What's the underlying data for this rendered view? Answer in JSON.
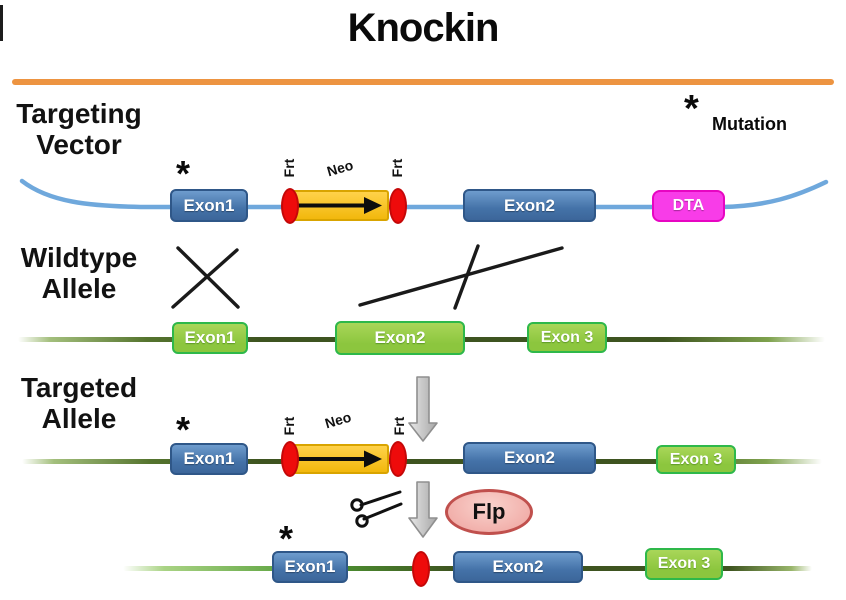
{
  "title": "Knockin",
  "legend": {
    "asterisk": "*",
    "label": "Mutation"
  },
  "section_labels": {
    "targeting_vector": [
      "Targeting",
      "Vector"
    ],
    "wildtype_allele": [
      "Wildtype",
      "Allele"
    ],
    "targeted_allele": [
      "Targeted",
      "Allele"
    ]
  },
  "targeting_vector_row": {
    "mutation_mark": "*",
    "exon1": "Exon1",
    "frt_left": "Frt",
    "neo": "Neo",
    "frt_right": "Frt",
    "exon2": "Exon2",
    "dta": "DTA"
  },
  "wildtype_row": {
    "exon1": "Exon1",
    "exon2": "Exon2",
    "exon3": "Exon 3"
  },
  "targeted_row": {
    "mutation_mark": "*",
    "exon1": "Exon1",
    "frt_left": "Frt",
    "neo": "Neo",
    "frt_right": "Frt",
    "exon2": "Exon2",
    "exon3": "Exon 3"
  },
  "final_row": {
    "mutation_mark": "*",
    "flp": "Flp",
    "exon1": "Exon1",
    "exon2": "Exon2",
    "exon3": "Exon 3"
  },
  "colors": {
    "title_divider_orange": "#ED9441",
    "exon_blue": "#4472A8",
    "exon_green": "#8CC63E",
    "neo_yellow": "#F2B80C",
    "frt_red": "#EE0B0B",
    "dta_magenta": "#F83CE8",
    "flp_pink": "#F2B1AC",
    "vector_line_blue": "#6FA8DC",
    "allele_line_green": "#3E5420"
  }
}
